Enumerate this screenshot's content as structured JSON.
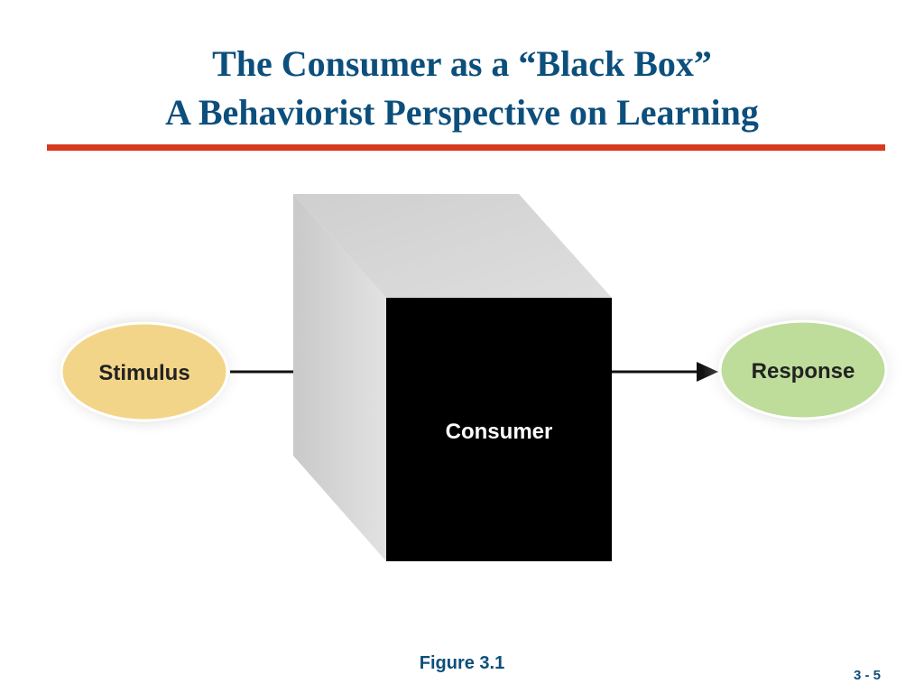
{
  "slide": {
    "title_line1": "The Consumer as a “Black Box”",
    "title_line2": "A Behaviorist Perspective on Learning",
    "caption": "Figure 3.1",
    "page_number": "3 - 5"
  },
  "diagram": {
    "nodes": {
      "stimulus": {
        "label": "Stimulus",
        "fill": "#f2d589"
      },
      "consumer": {
        "label": "Consumer",
        "fill": "#000000"
      },
      "response": {
        "label": "Response",
        "fill": "#bedc9a"
      }
    },
    "edges": [
      {
        "from": "stimulus",
        "to": "consumer"
      },
      {
        "from": "consumer",
        "to": "response"
      }
    ]
  },
  "colors": {
    "title": "#0c4f7c",
    "rule": "#d83a1e"
  }
}
